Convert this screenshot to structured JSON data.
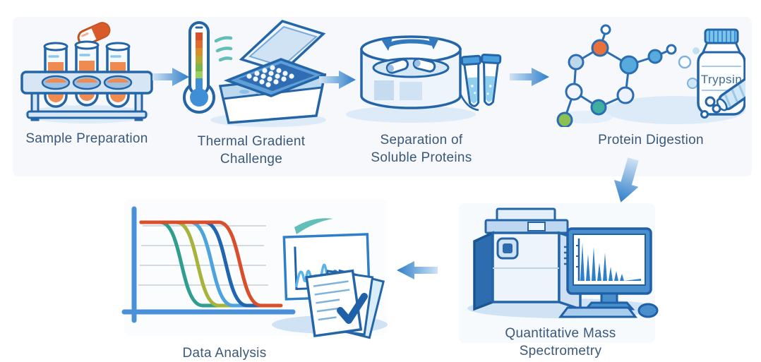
{
  "workflow": {
    "steps": [
      {
        "id": "sample-preparation",
        "label": "Sample Preparation"
      },
      {
        "id": "thermal-gradient-challenge",
        "label": "Thermal Gradient Challenge"
      },
      {
        "id": "separation-of-soluble-proteins",
        "label": "Separation of Soluble Proteins"
      },
      {
        "id": "protein-digestion",
        "label": "Protein Digestion"
      },
      {
        "id": "quantitative-mass-spectrometry",
        "label": "Quantitative Mass Spectrometry"
      },
      {
        "id": "data-analysis",
        "label": "Data Analysis"
      }
    ],
    "trypsin_label": "Trypsin",
    "connectors": [
      {
        "from": "sample-preparation",
        "to": "thermal-gradient-challenge",
        "direction": "right"
      },
      {
        "from": "thermal-gradient-challenge",
        "to": "separation-of-soluble-proteins",
        "direction": "right"
      },
      {
        "from": "separation-of-soluble-proteins",
        "to": "protein-digestion",
        "direction": "right"
      },
      {
        "from": "protein-digestion",
        "to": "quantitative-mass-spectrometry",
        "direction": "down"
      },
      {
        "from": "quantitative-mass-spectrometry",
        "to": "data-analysis",
        "direction": "left"
      }
    ],
    "icons": [
      "test-tube-rack-icon",
      "capsule-icon",
      "thermometer-icon",
      "thermal-cycler-icon",
      "centrifuge-icon",
      "microtubes-icon",
      "molecule-icon",
      "trypsin-bottle-icon",
      "spilled-tube-icon",
      "mass-spectrometer-icon",
      "monitor-spectrum-icon",
      "keyboard-icon",
      "mouse-icon",
      "melting-curves-icon",
      "mini-chart-panel-icon",
      "documents-check-icon"
    ],
    "colors": {
      "outline_blue": "#2465a8",
      "arrow_head_blue": "#2e7ec9",
      "arrow_tail_blue": "#cfe2f4",
      "label_text": "#3a5878",
      "light_fill": "#d8e8f7",
      "sample_orange": "#ef8a50",
      "capsule_orange": "#d95b2b",
      "teal_accent": "#62bfb8",
      "green_node": "#8cc054",
      "melting_curve_colors": [
        "#2f9e8e",
        "#a8b33a",
        "#4da3dd",
        "#2065b0",
        "#d94f2b"
      ]
    }
  }
}
